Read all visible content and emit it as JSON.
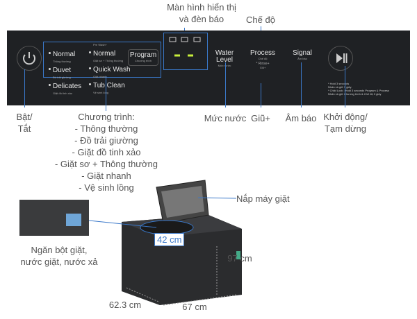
{
  "top_labels": {
    "display": [
      "Màn hình hiển thị",
      "và đèn báo"
    ],
    "process": "Chế độ"
  },
  "panel": {
    "programs": [
      {
        "name": "Normal",
        "sub": "Thông thường"
      },
      {
        "name": "Duvet",
        "sub": "Đồ trải giường"
      },
      {
        "name": "Delicates",
        "sub": "Giặt đồ tinh xảo"
      },
      {
        "pre": "Pre Wash+",
        "name": "Normal",
        "sub": "Giặt sơ + Thông thường"
      },
      {
        "name": "Quick Wash",
        "sub": "Giặt nhanh"
      },
      {
        "name": "Tub Clean",
        "sub": "Vệ sinh lồng"
      }
    ],
    "program_button": {
      "label": "Program",
      "sub": "Chương trình"
    },
    "water_level": {
      "label": "Water Level",
      "sub": "Mức nước"
    },
    "process": {
      "label": "Process",
      "sub": "Chế độ",
      "note": "* Rinse+",
      "note_sub": "Giũ+"
    },
    "signal": {
      "label": "Signal",
      "sub": "Âm báo"
    },
    "notes": [
      "* Hold 3 seconds",
      "Nhấn và giữ 3 giây",
      "* Child Lock : Hold 3 seconds Program & Process",
      "Nhấn và giữ Chương trình & Chế độ 3 giây"
    ],
    "accent": "#c8f03c"
  },
  "bottom_labels": {
    "power": [
      "Bật/",
      "Tắt"
    ],
    "programs": [
      "Chương trình:",
      "- Thông thường",
      "- Đồ trải giường",
      "- Giặt đồ tinh xảo",
      "- Giặt sơ + Thông thường",
      "- Giặt nhanh",
      "- Vệ sinh lồng"
    ],
    "water": "Mức nước",
    "rinse": "Giũ+",
    "signal": "Âm báo",
    "start": [
      "Khởi động/",
      "Tạm dừng"
    ]
  },
  "product": {
    "lid": "Nắp máy giặt",
    "drawer": [
      "Ngăn bột giặt,",
      "nước giặt, nước xả"
    ],
    "tub_diameter": "42 cm",
    "height": "97 cm",
    "depth": "62.3 cm",
    "width": "67 cm"
  }
}
